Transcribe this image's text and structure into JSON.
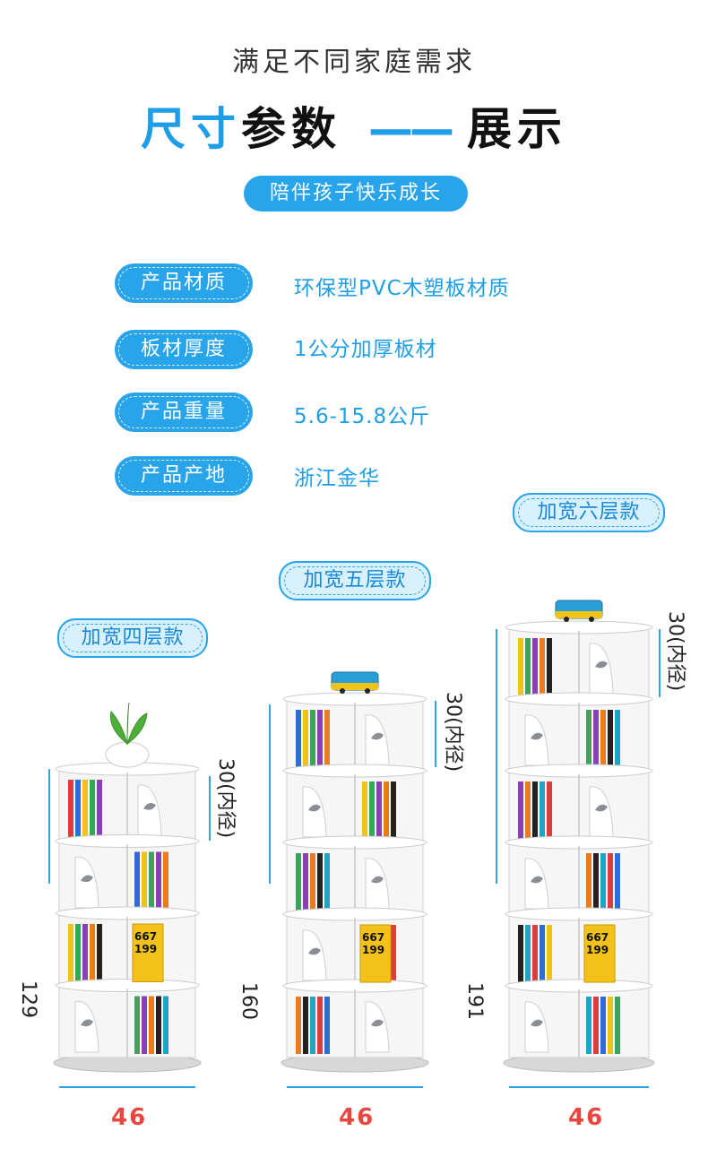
{
  "header": {
    "subtitle": "满足不同家庭需求",
    "title_part1": "尺寸",
    "title_part2": "参数",
    "title_dash": "——",
    "title_part3": "展示",
    "slogan": "陪伴孩子快乐成长"
  },
  "specs": [
    {
      "label": "产品材质",
      "value": "环保型PVC木塑板材质"
    },
    {
      "label": "板材厚度",
      "value": "1公分加厚板材"
    },
    {
      "label": "产品重量",
      "value": "5.6-15.8公斤"
    },
    {
      "label": "产品产地",
      "value": "浙江金华"
    }
  ],
  "models": [
    {
      "name": "加宽四层款",
      "height": "129",
      "inner": "30(内径)",
      "width": "46",
      "tiers": 4
    },
    {
      "name": "加宽五层款",
      "height": "160",
      "inner": "30(内径)",
      "width": "46",
      "tiers": 5
    },
    {
      "name": "加宽六层款",
      "height": "191",
      "inner": "30(内径)",
      "width": "46",
      "tiers": 6
    }
  ],
  "book_labels": {
    "yellow_top": "667",
    "yellow_bottom": "199"
  },
  "colors": {
    "accent": "#1f9ee8",
    "pill": "#27a4ea",
    "width_label": "#e8463f",
    "shelf": "#f4f4f4"
  }
}
